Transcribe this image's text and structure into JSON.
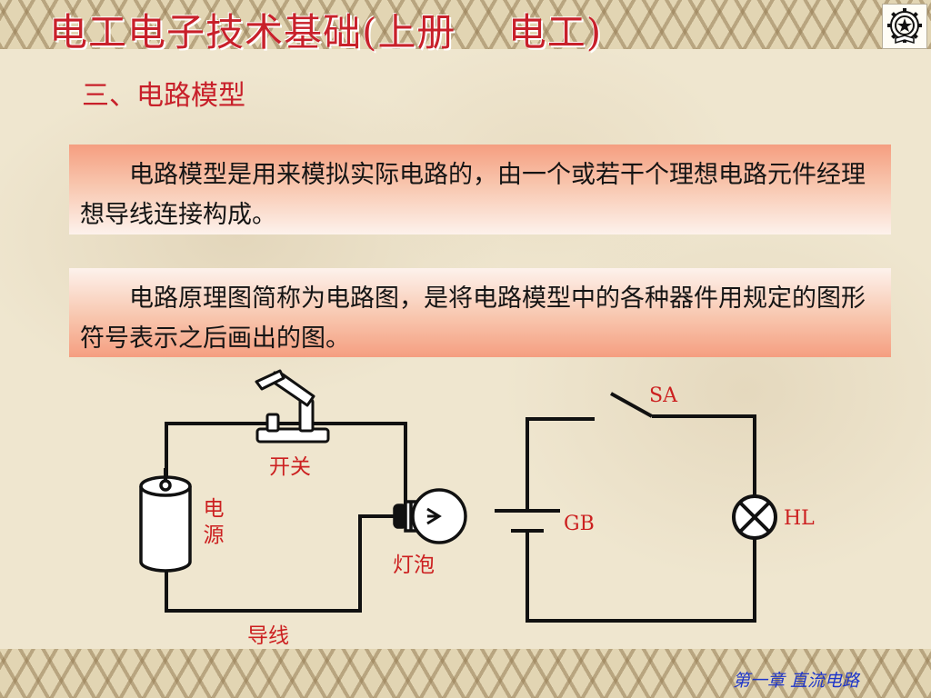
{
  "header": {
    "title": "电工电子技术基础(上册    电工)",
    "logo_icon": "gear-star-book-logo-icon"
  },
  "section": {
    "title": "三、电路模型"
  },
  "definitions": [
    "电路模型是用来模拟实际电路的，由一个或若干个理想电路元件经理想导线连接构成。",
    "电路原理图简称为电路图，是将电路模型中的各种器件用规定的图形符号表示之后画出的图。"
  ],
  "pictorial_circuit": {
    "switch_label": "开关",
    "source_label": "电源",
    "bulb_label": "灯泡",
    "wire_label": "导线"
  },
  "schematic_circuit": {
    "switch_label": "SA",
    "battery_label": "GB",
    "lamp_label": "HL"
  },
  "footer": {
    "chapter": "第一章  直流电路"
  },
  "colors": {
    "title_red": "#c8202a",
    "label_red": "#cc2020",
    "footer_blue": "#1d35c9",
    "box_salmon": "#f59e80"
  }
}
